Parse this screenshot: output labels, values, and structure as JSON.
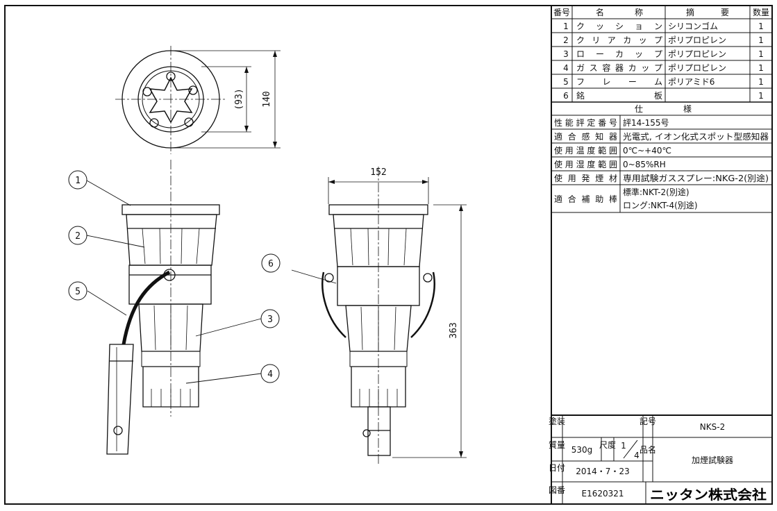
{
  "parts_header": {
    "num": "番号",
    "name_a": "名",
    "name_b": "称",
    "summary_a": "摘",
    "summary_b": "要",
    "qty": "数量"
  },
  "parts": [
    {
      "num": "1",
      "name": "クッション",
      "material": "シリコンゴム",
      "qty": "1"
    },
    {
      "num": "2",
      "name": "クリアカップ",
      "material": "ポリプロピレン",
      "qty": "1"
    },
    {
      "num": "3",
      "name": "ローカップ",
      "material": "ポリプロピレン",
      "qty": "1"
    },
    {
      "num": "4",
      "name": "ガス容器カップ",
      "material": "ポリプロピレン",
      "qty": "1"
    },
    {
      "num": "5",
      "name": "フレーム",
      "material": "ポリアミド6",
      "qty": "1"
    },
    {
      "num": "6",
      "name": "銘板",
      "material": "",
      "qty": "1"
    }
  ],
  "spec_header": {
    "a": "仕",
    "b": "様"
  },
  "specs": [
    {
      "label": "性能評定番号",
      "value": "評14-155号"
    },
    {
      "label": "適合感知器",
      "value": "光電式, イオン化式スポット型感知器"
    },
    {
      "label": "使用温度範囲",
      "value": "0℃~+40℃"
    },
    {
      "label": "使用湿度範囲",
      "value": "0~85%RH"
    },
    {
      "label": "使用発煙材",
      "value": "専用試験ガススプレー:NKG-2(別途)"
    }
  ],
  "aux_rod": {
    "label": "適合補助棒",
    "value_1": "標準:NKT-2(別途)",
    "value_2": "ロング:NKT-4(別途)"
  },
  "title_block": {
    "coating_label": "塗装",
    "coating_value": "",
    "symbol_label": "記号",
    "symbol_value": "NKS-2",
    "mass_label": "質量",
    "mass_value": "530g",
    "scale_label": "尺度",
    "scale_num": "1",
    "scale_den": "4",
    "product_label": "品名",
    "product_value": "加煙試験器",
    "date_label": "日付",
    "date_value": "2014・7・23",
    "drawing_label": "図番",
    "drawing_value": "E1620321",
    "company": "ニッタン株式会社"
  },
  "dimensions": {
    "d140": "140",
    "d93": "(93)",
    "d152": "152",
    "d363": "363"
  },
  "balloons": [
    "1",
    "2",
    "3",
    "4",
    "5",
    "6"
  ],
  "colors": {
    "line": "#111111",
    "background": "#ffffff"
  }
}
